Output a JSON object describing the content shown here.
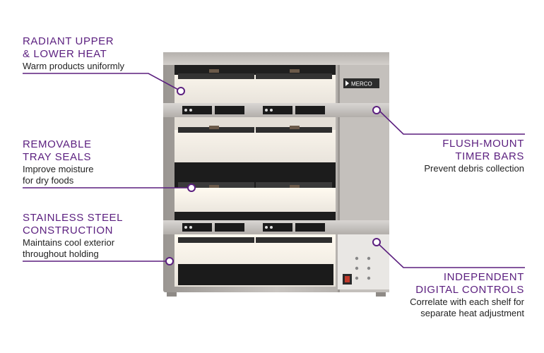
{
  "brand": "MERCO",
  "accent_color": "#5b1f7f",
  "callouts": {
    "radiant": {
      "title_1": "RADIANT UPPER",
      "title_2": "& LOWER HEAT",
      "desc_1": "Warm products uniformly"
    },
    "tray": {
      "title_1": "REMOVABLE",
      "title_2": "TRAY SEALS",
      "desc_1": "Improve moisture",
      "desc_2": "for dry foods"
    },
    "steel": {
      "title_1": "STAINLESS STEEL",
      "title_2": "CONSTRUCTION",
      "desc_1": "Maintains cool exterior",
      "desc_2": "throughout holding"
    },
    "timer": {
      "title_1": "FLUSH-MOUNT",
      "title_2": "TIMER BARS",
      "desc_1": "Prevent debris collection"
    },
    "controls": {
      "title_1": "INDEPENDENT",
      "title_2": "DIGITAL CONTROLS",
      "desc_1": "Correlate with each shelf for",
      "desc_2": "separate heat adjustment"
    }
  }
}
